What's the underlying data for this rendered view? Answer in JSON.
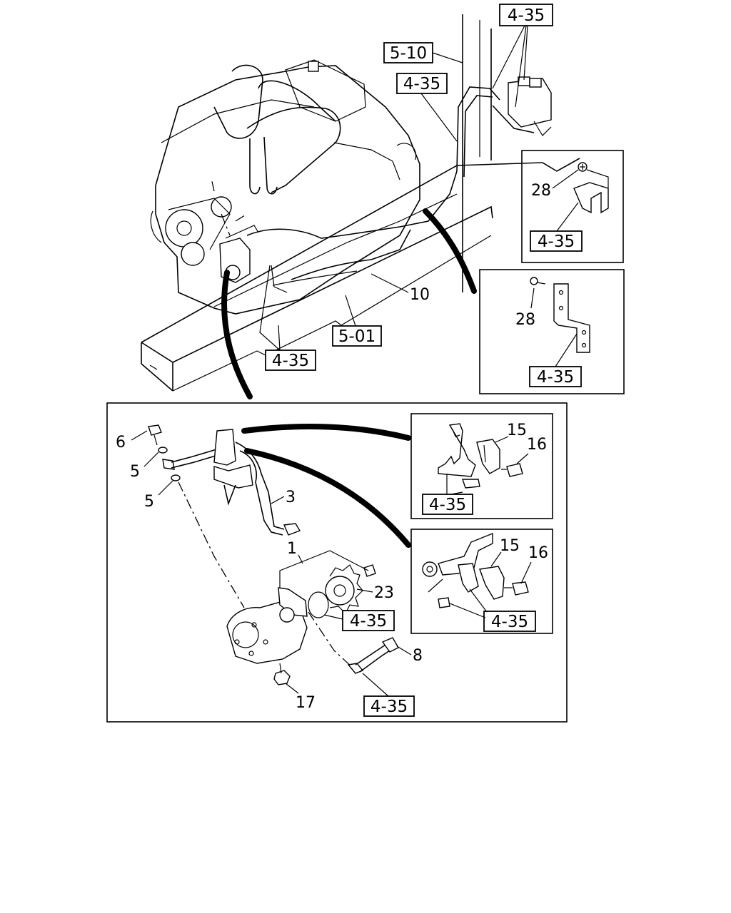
{
  "diagram": {
    "top_refs": {
      "r_4_35_top": "4-35",
      "r_5_10": "5-10",
      "r_4_35_hose": "4-35",
      "r_5_01": "5-01",
      "r_4_35_frame": "4-35"
    },
    "top_callouts": {
      "c10": "10"
    },
    "inset_a": {
      "c28": "28",
      "ref": "4-35"
    },
    "inset_b": {
      "c28": "28",
      "ref": "4-35"
    },
    "main_panel": {
      "c6": "6",
      "c5a": "5",
      "c5b": "5",
      "c3": "3",
      "c1": "1",
      "c23": "23",
      "c8": "8",
      "c17": "17",
      "ref_pump": "4-35",
      "ref_pipe": "4-35"
    },
    "inset_c": {
      "c15": "15",
      "c16": "16",
      "ref": "4-35"
    },
    "inset_d": {
      "c15": "15",
      "c16": "16",
      "ref": "4-35"
    }
  }
}
